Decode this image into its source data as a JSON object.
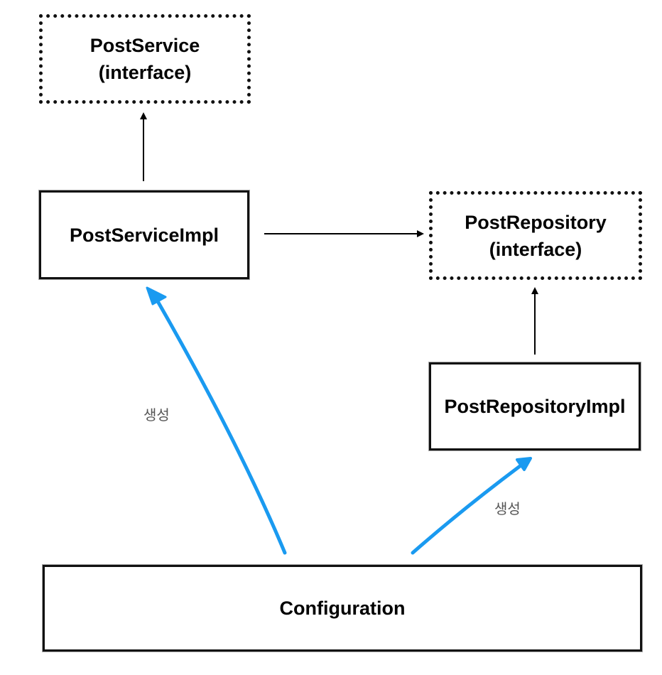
{
  "nodes": {
    "post_service_interface": {
      "name": "PostService",
      "stereotype": "(interface)"
    },
    "post_service_impl": {
      "name": "PostServiceImpl"
    },
    "post_repository_interface": {
      "name": "PostRepository",
      "stereotype": "(interface)"
    },
    "post_repository_impl": {
      "name": "PostRepositoryImpl"
    },
    "configuration": {
      "name": "Configuration"
    }
  },
  "edges": {
    "create_service_label": "생성",
    "create_repository_label": "생성"
  },
  "colors": {
    "creation_arrow": "#1a9af0",
    "dependency_arrow": "#000000"
  }
}
